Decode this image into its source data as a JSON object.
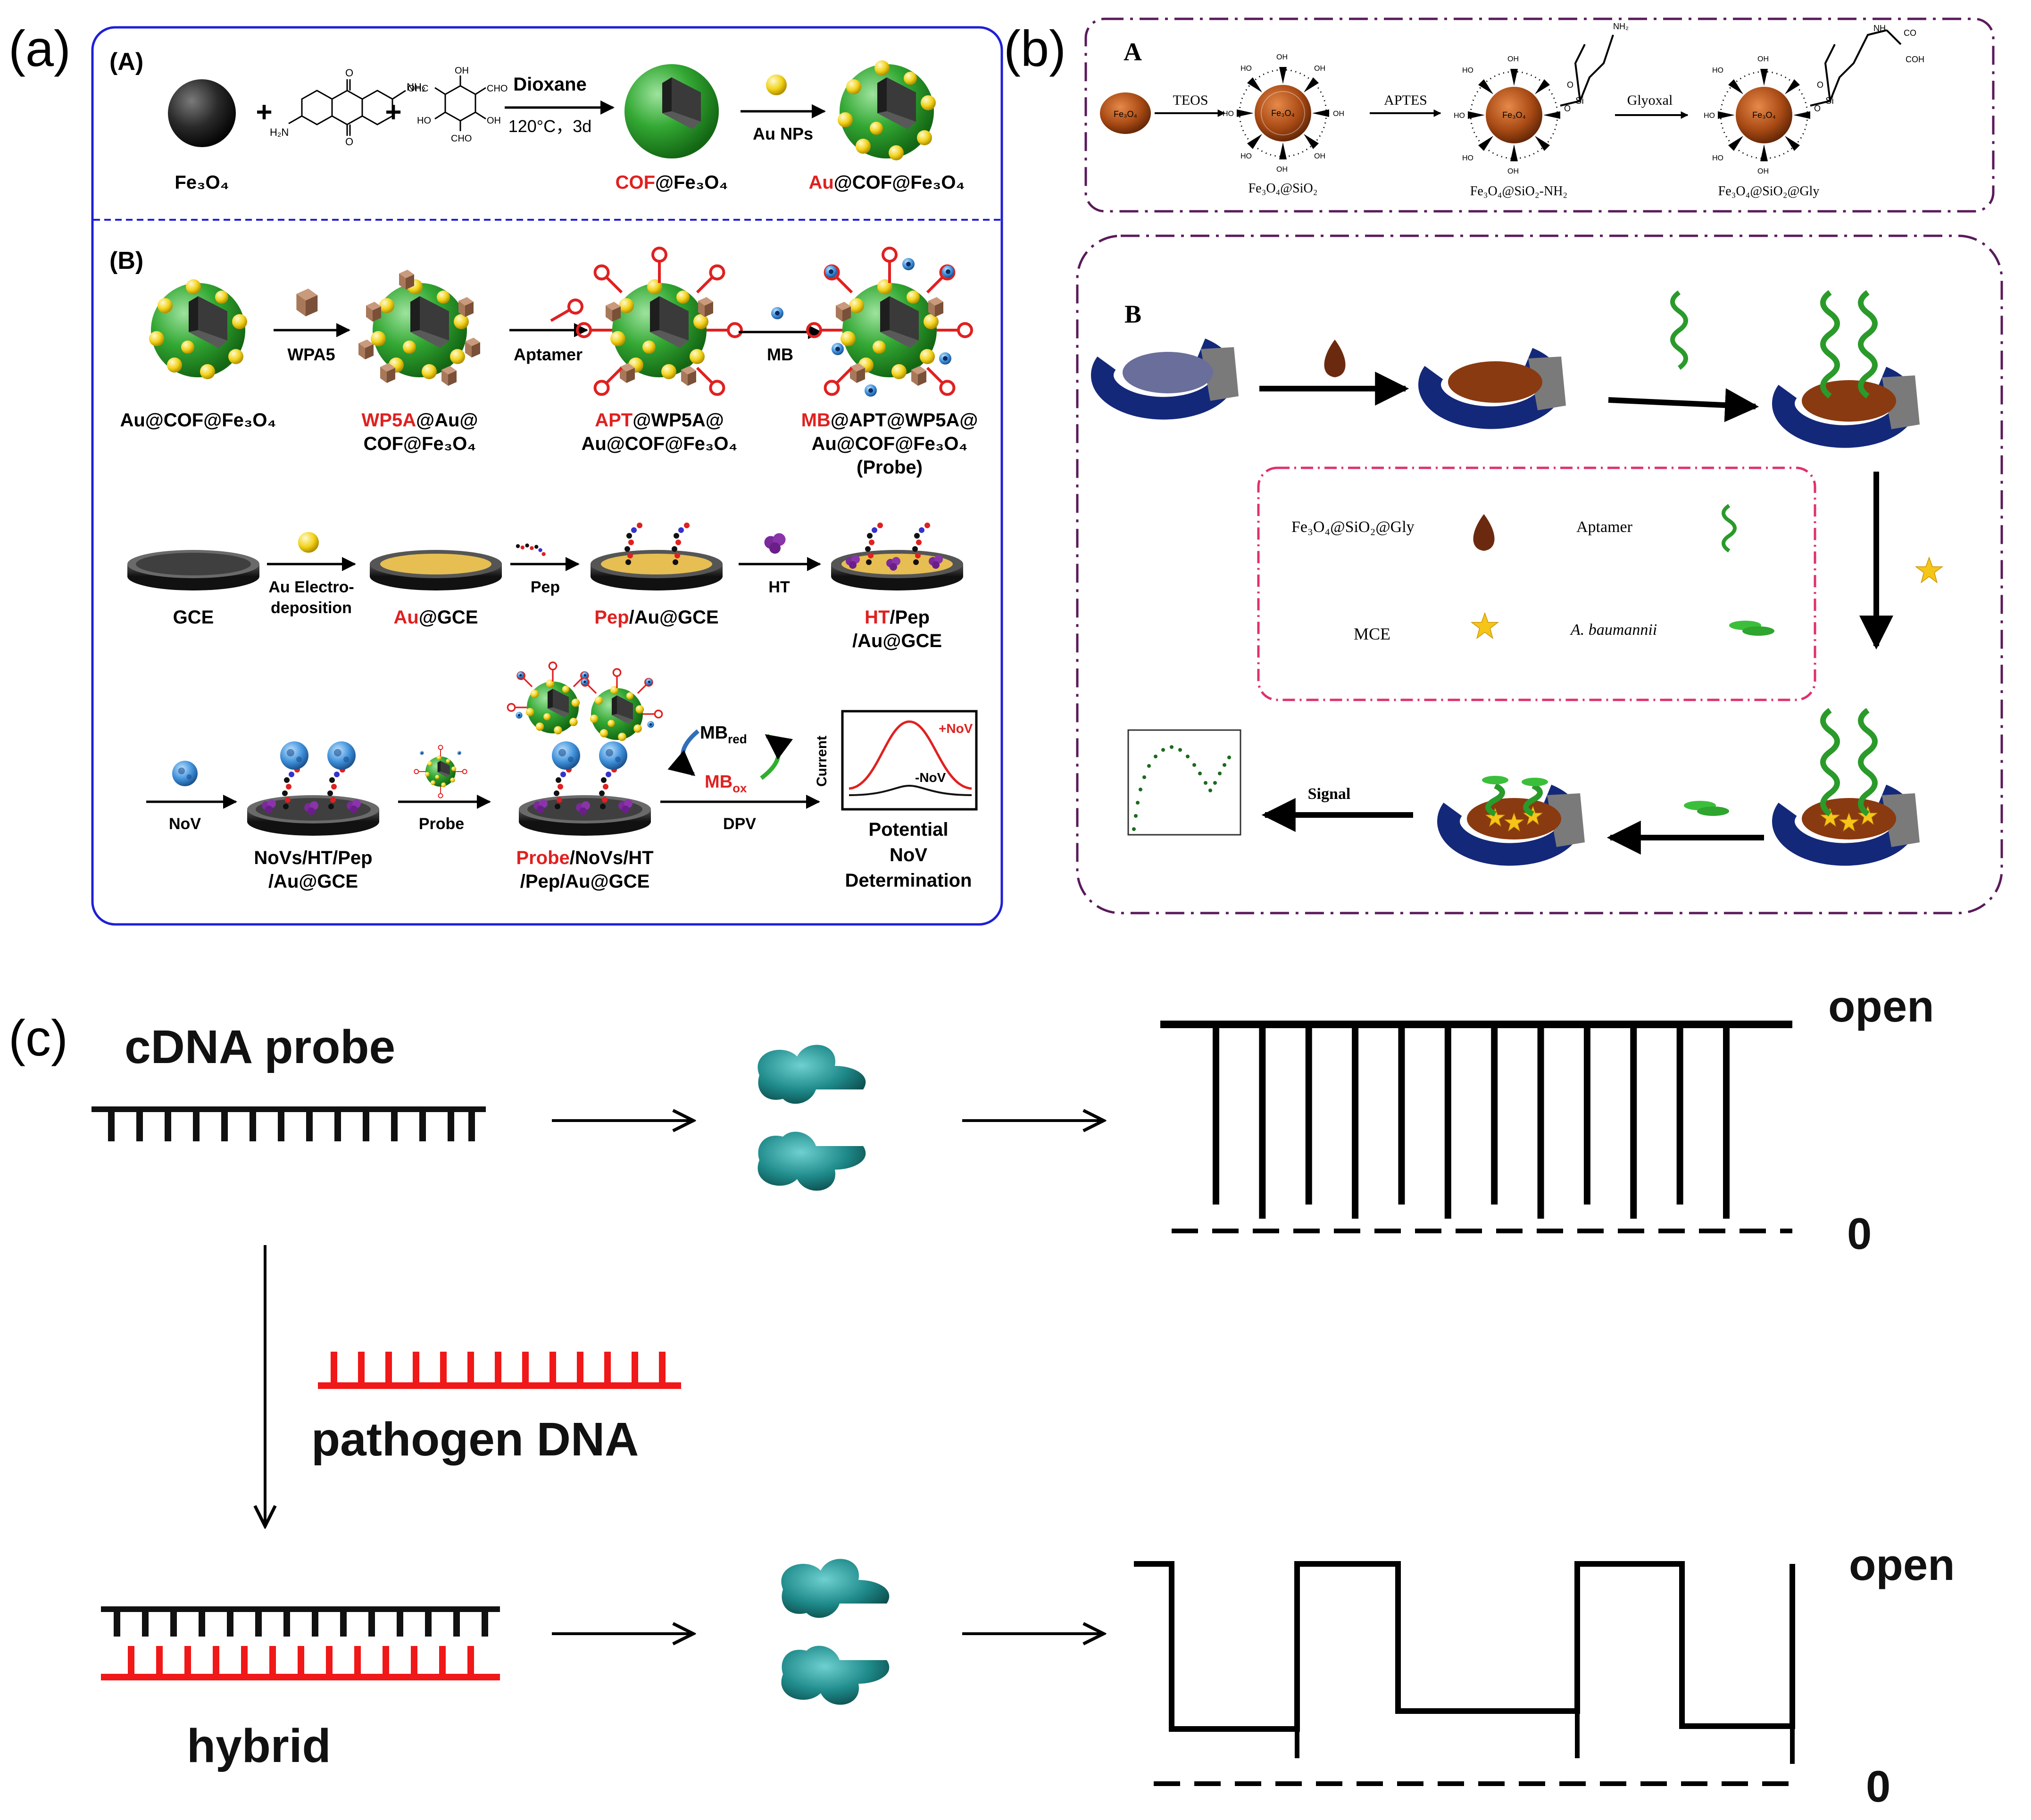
{
  "panel_labels": {
    "a": "(a)",
    "b": "(b)",
    "c": "(c)"
  },
  "colors": {
    "panel_a_border": "#1f1fd6",
    "panel_b_border": "#5a1a5a",
    "legend_border": "#e0306a",
    "highlight_red": "#e02020",
    "cof_green": "#33a833",
    "au_yellow": "#f2d31a",
    "nanoparticle_brown": "#8a3a10",
    "electrode_blue": "#14287a",
    "protein_teal": "#1f8a8a"
  },
  "panel_a": {
    "section_A": {
      "tag": "(A)",
      "fe3o4_label": "Fe₃O₄",
      "plus": "+",
      "aq_substituent": "NH₂",
      "aq_substituent_2": "H₂N",
      "aq_carbonyl": "O",
      "tp_ohc": "OHC",
      "tp_oh": "OH",
      "tp_cho": "CHO",
      "tp_ho": "HO",
      "reagent": "Dioxane",
      "conditions": "120°C，3d",
      "cof_prefix": "COF",
      "cof_suffix": "@Fe₃O₄",
      "au_step": "Au NPs",
      "au_prefix": "Au",
      "au_suffix": "@COF@Fe₃O₄"
    },
    "section_B": {
      "tag": "(B)",
      "row1": {
        "start": "Au@COF@Fe₃O₄",
        "step1": "WPA5",
        "p1_red": "WP5A",
        "p1_l1": "@Au@",
        "p1_l2": "COF@Fe₃O₄",
        "step2": "Aptamer",
        "p2_red": "APT",
        "p2_l1": "@WP5A@",
        "p2_l2": "Au@COF@Fe₃O₄",
        "step3": "MB",
        "p3_red": "MB",
        "p3_l1": "@APT@WP5A@",
        "p3_l2": "Au@COF@Fe₃O₄",
        "p3_l3": "(Probe)"
      },
      "row2": {
        "gce": "GCE",
        "step_au_1": "Au Electro-",
        "step_au_2": "deposition",
        "au_red": "Au",
        "au_rest": "@GCE",
        "step_pep": "Pep",
        "pep_red": "Pep",
        "pep_rest": "/Au@GCE",
        "step_ht": "HT",
        "ht_red": "HT",
        "ht_rest": "/Pep",
        "ht_l2": "/Au@GCE"
      },
      "row3": {
        "step_nov": "NoV",
        "novs_l1": "NoVs/HT/Pep",
        "novs_l2": "/Au@GCE",
        "step_probe": "Probe",
        "pr_red": "Probe",
        "pr_rest": "/NoVs/HT",
        "pr_l2": "/Pep/Au@GCE",
        "mb_red_label": "MB",
        "mb_red_sub": "red",
        "mb_ox_label": "MB",
        "mb_ox_sub": "ox",
        "dpv": "DPV",
        "plot_ylabel": "Current",
        "plot_xlabel": "Potential",
        "curve_pos": "+NoV",
        "curve_neg": "-NoV",
        "determ_l1": "NoV",
        "determ_l2": "Determination"
      }
    }
  },
  "panel_b": {
    "section_A": {
      "tag": "A",
      "core": "Fe₃O₄",
      "step1": "TEOS",
      "step2": "APTES",
      "step3": "Glyoxal",
      "label1": "Fe₃O₄@SiO₂",
      "label2": "Fe₃O₄@SiO₂-NH₂",
      "label3": "Fe₃O₄@SiO₂@Gly",
      "oh": "OH",
      "ho": "HO",
      "si": "Si",
      "o": "O",
      "nh2": "NH₂",
      "nh": "NH",
      "co": "CO",
      "coh": "COH"
    },
    "section_B": {
      "tag": "B",
      "legend": {
        "item1": "Fe₃O₄@SiO₂@Gly",
        "item2": "Aptamer",
        "item3": "MCE",
        "item4": "A. baumannii"
      },
      "signal": "Signal"
    }
  },
  "panel_c": {
    "cdna_label": "cDNA probe",
    "pathogen_label": "pathogen DNA",
    "hybrid_label": "hybrid",
    "open_top": "open",
    "zero_top": "0",
    "open_bottom": "open",
    "zero_bottom": "0",
    "top_trace_spikes": 12,
    "bottom_trace_levels": [
      "open",
      "low",
      "open",
      "mid",
      "open",
      "low",
      "open"
    ]
  }
}
